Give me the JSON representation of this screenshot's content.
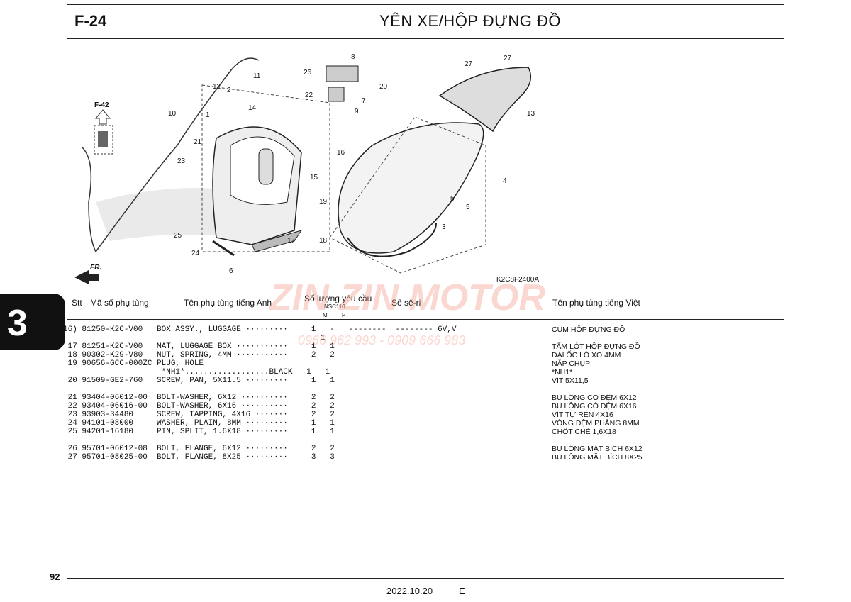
{
  "header": {
    "code": "F-24",
    "title": "YÊN XE/HỘP ĐỰNG ĐỒ"
  },
  "diagram": {
    "ref_code": "K2C8F2400A",
    "ref_page": "F-42",
    "direction": "FR.",
    "callouts": [
      "2",
      "4",
      "5",
      "6",
      "7",
      "8",
      "9",
      "10",
      "11",
      "12",
      "13",
      "14",
      "15",
      "16",
      "17",
      "18",
      "19",
      "20",
      "21",
      "22",
      "23",
      "24",
      "25",
      "26",
      "27",
      "1",
      "3"
    ]
  },
  "columns": {
    "stt": "Stt",
    "part_no": "Mã số phụ tùng",
    "name_en": "Tên phụ tùng tiếng Anh",
    "qty": "Số lượng yêu cầu",
    "model": "NSC110",
    "m": "M",
    "p": "P",
    "serial": "Số sê-ri",
    "name_vi": "Tên phụ tùng tiếng Việt"
  },
  "rows": [
    {
      "line": "16) 81250-K2C-V00   BOX ASSY., LUGGAGE ·········     1   -   --------  -------- 6V,V",
      "vi": "CỤM HỘP ĐỰNG ĐỒ"
    },
    {
      "line": "                                                       1",
      "vi": ""
    },
    {
      "line": " 17 81251-K2C-V00   MAT, LUGGAGE BOX ···········     1   1",
      "vi": "TẤM LÓT HỘP ĐỰNG ĐỒ"
    },
    {
      "line": " 18 90302-K29-V80   NUT, SPRING, 4MM ···········     2   2",
      "vi": "ĐAI ỐC LÒ XO 4MM"
    },
    {
      "line": " 19 90656-GCC-000ZC PLUG, HOLE",
      "vi": "NẮP CHỤP"
    },
    {
      "line": "                     *NH1*..................BLACK   1   1",
      "vi": "*NH1*"
    },
    {
      "line": " 20 91509-GE2-760   SCREW, PAN, 5X11.5 ·········     1   1",
      "vi": "VÍT 5X11,5"
    },
    {
      "line": "",
      "vi": ""
    },
    {
      "line": " 21 93404-06012-00  BOLT-WASHER, 6X12 ··········     2   2",
      "vi": "BU LÔNG CÓ ĐỆM 6X12"
    },
    {
      "line": " 22 93404-06016-00  BOLT-WASHER, 6X16 ··········     2   2",
      "vi": "BU LÔNG CÓ ĐỆM 6X16"
    },
    {
      "line": " 23 93903-34480     SCREW, TAPPING, 4X16 ·······     2   2",
      "vi": "VÍT TỰ REN 4X16"
    },
    {
      "line": " 24 94101-08000     WASHER, PLAIN, 8MM ·········     1   1",
      "vi": "VÒNG ĐỆM PHẲNG 8MM"
    },
    {
      "line": " 25 94201-16180     PIN, SPLIT, 1.6X18 ·········     1   1",
      "vi": "CHỐT CHẺ 1,6X18"
    },
    {
      "line": "",
      "vi": ""
    },
    {
      "line": " 26 95701-06012-08  BOLT, FLANGE, 6X12 ·········     2   2",
      "vi": "BU LÔNG MẶT BÍCH 6X12"
    },
    {
      "line": " 27 95701-08025-00  BOLT, FLANGE, 8X25 ·········     3   3",
      "vi": "BU LÔNG MẶT BÍCH 8X25"
    }
  ],
  "section_tab": "3",
  "footer": {
    "page_number": "92",
    "date": "2022.10.20",
    "edition": "E"
  },
  "watermark": {
    "brand": "ZIN ZIN MOTOR",
    "phones": "0966 962 993 - 0909 666 983"
  },
  "colors": {
    "watermark": "#f08c78",
    "border": "#222222"
  }
}
